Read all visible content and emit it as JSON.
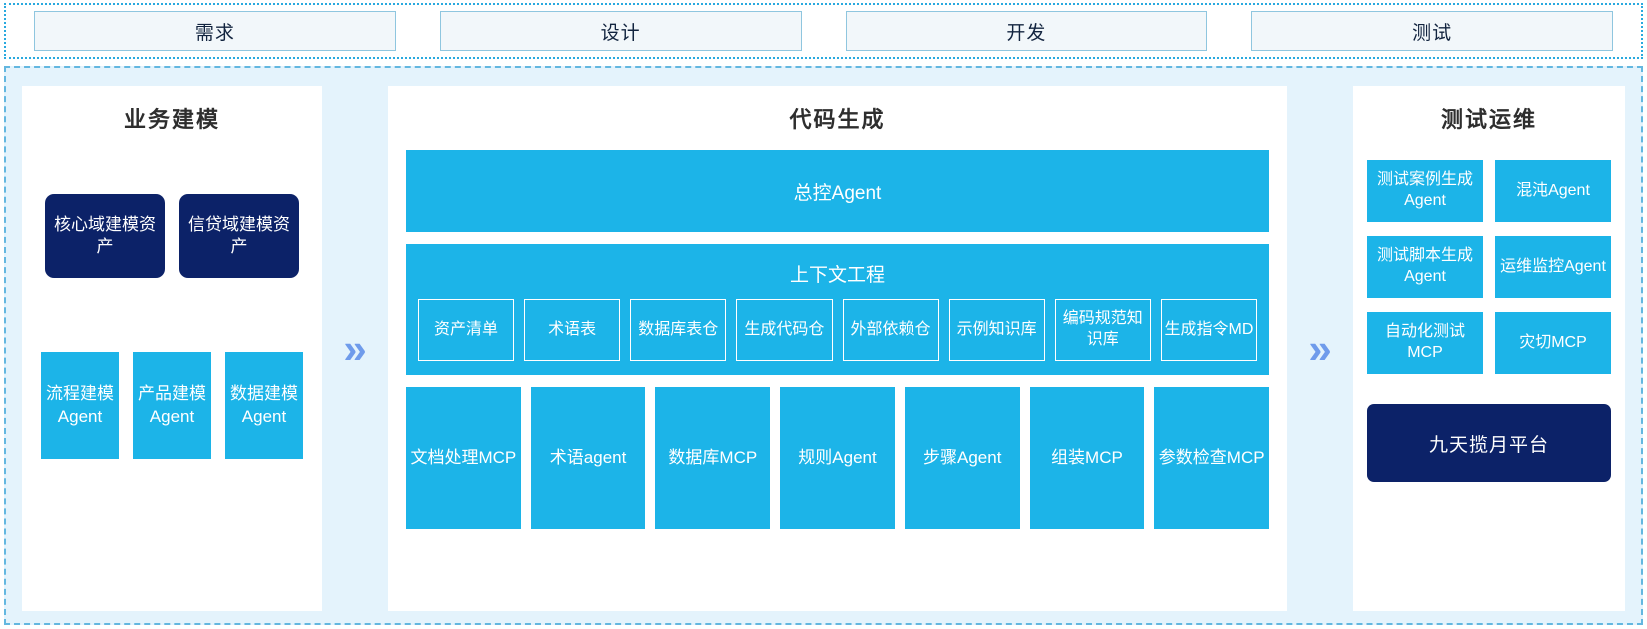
{
  "colors": {
    "cyan": "#1CB4E8",
    "navy": "#0C2268",
    "panel_bg": "#FFFFFF",
    "area_bg": "#E4F3FC",
    "chevron": "#6F9BEB",
    "stage_border": "#8FC6DF",
    "stage_fill": "#F2F7FA",
    "dashed_border": "#63B7E0"
  },
  "stage_bar": {
    "stages": [
      {
        "label": "需求"
      },
      {
        "label": "设计"
      },
      {
        "label": "开发"
      },
      {
        "label": "测试"
      }
    ]
  },
  "left_panel": {
    "title": "业务建模",
    "assets": [
      {
        "label": "核心域建模资产"
      },
      {
        "label": "信贷域建模资产"
      }
    ],
    "agents": [
      {
        "label": "流程建模Agent"
      },
      {
        "label": "产品建模Agent"
      },
      {
        "label": "数据建模Agent"
      }
    ]
  },
  "chevrons": {
    "left_to_center": "»",
    "center_to_right": "»"
  },
  "center_panel": {
    "title": "代码生成",
    "banner": "总控Agent",
    "context": {
      "title": "上下文工程",
      "items": [
        {
          "label": "资产清单"
        },
        {
          "label": "术语表"
        },
        {
          "label": "数据库表仓"
        },
        {
          "label": "生成代码仓"
        },
        {
          "label": "外部依赖仓"
        },
        {
          "label": "示例知识库"
        },
        {
          "label": "编码规范知识库"
        },
        {
          "label": "生成指令MD"
        }
      ]
    },
    "tools": [
      {
        "label": "文档处理MCP"
      },
      {
        "label": "术语agent"
      },
      {
        "label": "数据库MCP"
      },
      {
        "label": "规则Agent"
      },
      {
        "label": "步骤Agent"
      },
      {
        "label": "组装MCP"
      },
      {
        "label": "参数检查MCP"
      }
    ]
  },
  "right_panel": {
    "title": "测试运维",
    "cards": [
      {
        "label": "测试案例生成Agent"
      },
      {
        "label": "混沌Agent"
      },
      {
        "label": "测试脚本生成Agent"
      },
      {
        "label": "运维监控Agent"
      },
      {
        "label": "自动化测试MCP"
      },
      {
        "label": "灾切MCP"
      }
    ],
    "platform": "九天揽月平台"
  }
}
